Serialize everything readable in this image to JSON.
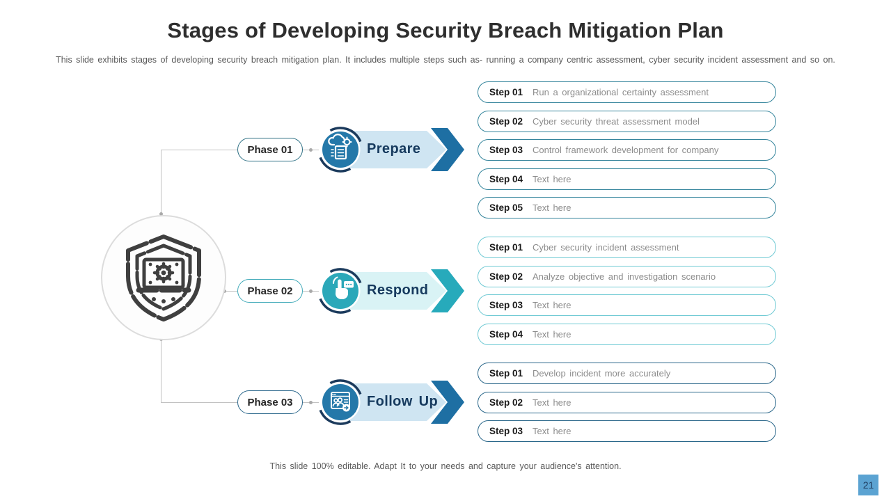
{
  "slide": {
    "title": "Stages of Developing Security Breach Mitigation Plan",
    "subtitle": "This slide exhibits stages of developing  security breach mitigation plan. It includes multiple steps such as- running  a company centric assessment, cyber security incident assessment and  so on.",
    "footer": "This slide 100% editable.  Adapt  It to your needs and capture your audience's attention.",
    "page_number": "21",
    "center_icon": "shield-gear-laptop-icon"
  },
  "colors": {
    "phase1_accent": "#1e6fa3",
    "phase1_body": "#cfe5f2",
    "phase1_circle": "#2478a9",
    "phase1_step_border": "#35859c",
    "phase2_accent": "#27aabb",
    "phase2_body": "#d9f3f5",
    "phase2_circle": "#2ba8b9",
    "phase2_step_border": "#70cad4",
    "phase3_accent": "#1e6fa3",
    "phase3_step_border": "#2a678a",
    "ring_navy": "#1b3a5c",
    "badge_blue": "#5ba3d2",
    "title_text": "#2e2e2e",
    "muted_text": "#595959"
  },
  "phases": [
    {
      "label": "Phase 01",
      "arrow_label": "Prepare",
      "icon": "cloud-gear-checklist-icon",
      "steps": [
        {
          "label": "Step 01",
          "text": "Run a organizational  certainty assessment"
        },
        {
          "label": "Step 02",
          "text": "Cyber security threat assessment model"
        },
        {
          "label": "Step 03",
          "text": "Control framework  development  for company"
        },
        {
          "label": "Step 04",
          "text": "Text here"
        },
        {
          "label": "Step 05",
          "text": "Text here"
        }
      ]
    },
    {
      "label": "Phase 02",
      "arrow_label": "Respond",
      "icon": "hand-click-chat-icon",
      "steps": [
        {
          "label": "Step 01",
          "text": "Cyber security incident assessment"
        },
        {
          "label": "Step 02",
          "text": "Analyze objective  and investigation  scenario"
        },
        {
          "label": "Step 03",
          "text": "Text here"
        },
        {
          "label": "Step 04",
          "text": "Text here"
        }
      ]
    },
    {
      "label": "Phase 03",
      "arrow_label": "Follow  Up",
      "icon": "profile-card-arrow-icon",
      "steps": [
        {
          "label": "Step 01",
          "text": "Develop  incident  more  accurately"
        },
        {
          "label": "Step 02",
          "text": "Text here"
        },
        {
          "label": "Step 03",
          "text": "Text here"
        }
      ]
    }
  ]
}
